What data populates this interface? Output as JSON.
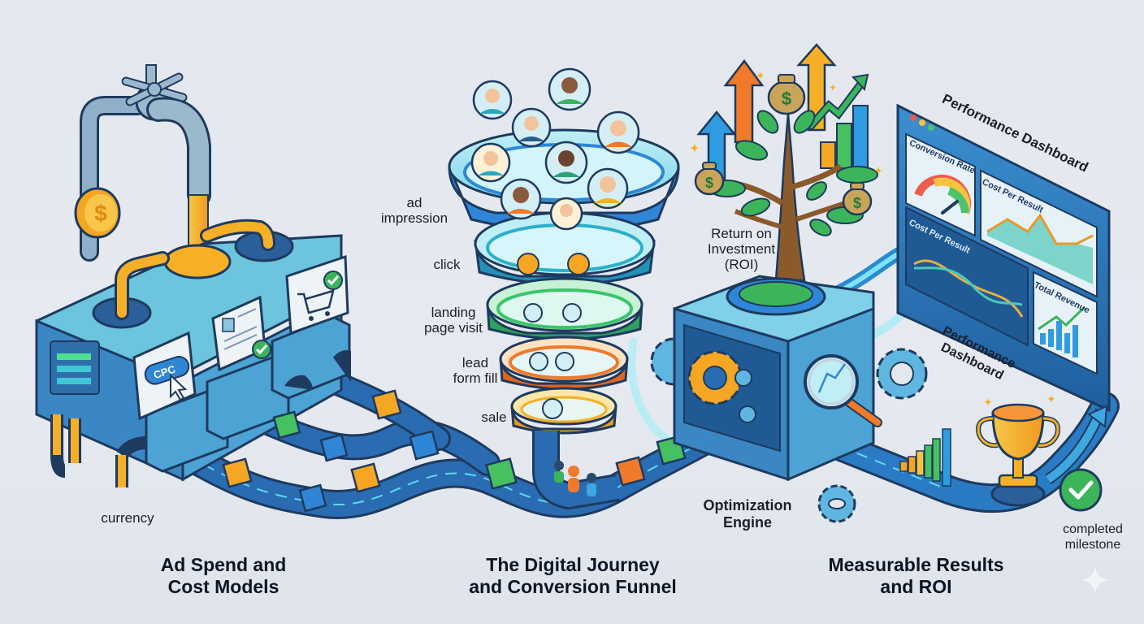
{
  "sections": [
    {
      "title_line1": "Ad Spend and",
      "title_line2": "Cost Models"
    },
    {
      "title_line1": "The Digital Journey",
      "title_line2": "and Conversion Funnel"
    },
    {
      "title_line1": "Measurable Results",
      "title_line2": "and ROI"
    }
  ],
  "labels": {
    "currency": "currency",
    "cpc_badge": "CPC",
    "roi_line1": "Return on",
    "roi_line2": "Investment",
    "roi_line3": "(ROI)",
    "engine_line1": "Optimization",
    "engine_line2": "Engine",
    "milestone_line1": "completed",
    "milestone_line2": "milestone"
  },
  "funnel_stages": [
    {
      "line1": "ad",
      "line2": "impression",
      "color": "#2f86d6"
    },
    {
      "line1": "click",
      "line2": "",
      "color": "#2bb0c9"
    },
    {
      "line1": "landing",
      "line2": "page visit",
      "color": "#3cc46a"
    },
    {
      "line1": "lead",
      "line2": "form fill",
      "color": "#f07a2a"
    },
    {
      "line1": "sale",
      "line2": "",
      "color": "#f5a623"
    }
  ],
  "dashboard": {
    "title": "Performance Dashboard",
    "caption_line1": "Performance",
    "caption_line2": "Dashboard",
    "panels": {
      "conversion_rate": "Conversion Rate",
      "cost_per_result_top": "Cost Per Result",
      "cost_per_result_bottom": "Cost Per Result",
      "total_revenue": "Total Revenue"
    }
  },
  "colors": {
    "background": "#e4e8ee",
    "machine_blue": "#3b8fc9",
    "machine_light": "#7fd0e0",
    "gold": "#f5b027",
    "pipe_gray": "#8fb0c8",
    "conveyor": "#1d4e89",
    "green": "#3cb55a",
    "orange": "#f08a2a",
    "outline": "#1e3a5f"
  }
}
